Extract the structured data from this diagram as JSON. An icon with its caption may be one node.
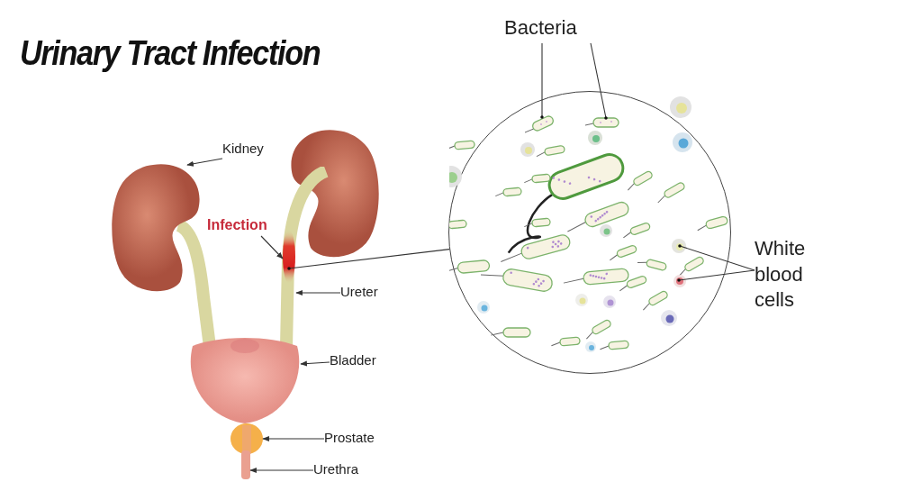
{
  "diagram": {
    "title": "Urinary Tract Infection",
    "nodes": [
      {
        "text": [
          "Kidney"
        ]
      },
      {
        "text": [],
        "shape": "picture"
      },
      {
        "text": [],
        "shape": "picture"
      },
      {
        "text": [
          "Infection"
        ]
      },
      {
        "text": [],
        "shape": "picture",
        "in": 2
      },
      {
        "text": [
          "Ureter"
        ]
      },
      {
        "text": [
          "Bladder"
        ]
      },
      {
        "text": [],
        "shape": "picture"
      },
      {
        "text": [
          "Prostate"
        ]
      },
      {
        "text": [],
        "shape": "circle"
      },
      {
        "text": [
          "Urethra"
        ]
      },
      {
        "text": [],
        "shape": "bar"
      },
      {
        "text": [],
        "shape": "circle"
      },
      {
        "text": [
          "Bacteria"
        ]
      },
      {
        "text": [],
        "shape": "picture",
        "in": 12
      },
      {
        "text": [],
        "shape": "picture",
        "in": 12
      },
      {
        "text": [
          "White blood cells"
        ]
      },
      {
        "text": [],
        "shape": "picture",
        "in": 12
      },
      {
        "text": [],
        "shape": "picture",
        "in": 12
      }
    ],
    "edges": [
      {
        "from": 0,
        "to": 1,
        "arrow": "to"
      },
      {
        "from": 3,
        "to": 4,
        "arrow": "to"
      },
      {
        "from": 5,
        "to": 2,
        "arrow": "to"
      },
      {
        "from": 6,
        "to": 7,
        "arrow": "to"
      },
      {
        "from": 8,
        "to": 9,
        "arrow": "to"
      },
      {
        "from": 10,
        "to": 11,
        "arrow": "to"
      },
      {
        "from": 12,
        "to": 4,
        "arrow": "other"
      },
      {
        "from": 13,
        "to": 14,
        "arrow": "other"
      },
      {
        "from": 13,
        "to": 15,
        "arrow": "other"
      },
      {
        "from": 16,
        "to": 17,
        "arrow": "other"
      },
      {
        "from": 16,
        "to": 18,
        "arrow": "other"
      }
    ]
  }
}
